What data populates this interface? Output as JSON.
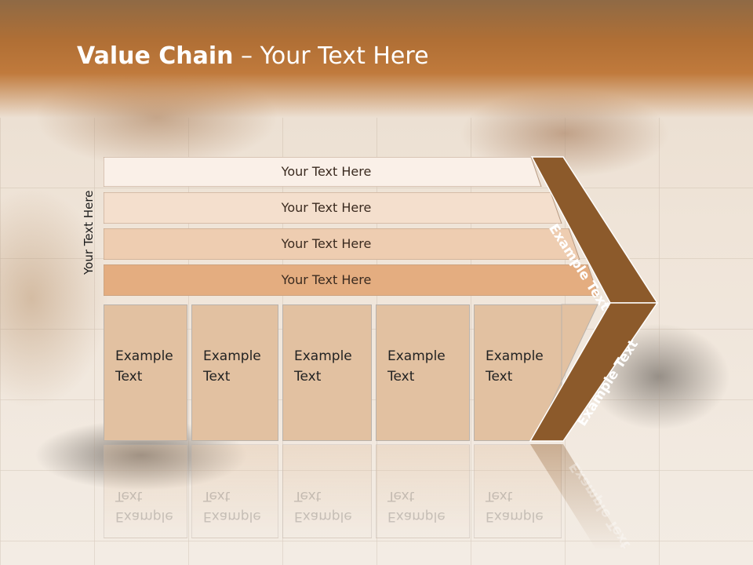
{
  "slide": {
    "title_bold": "Value Chain",
    "title_rest": " – Your Text Here",
    "side_label": "Your Text Here"
  },
  "support_bars": [
    {
      "label": "Your Text Here",
      "fill": "#faf0e8"
    },
    {
      "label": "Your Text Here",
      "fill": "#f4dfcd"
    },
    {
      "label": "Your Text Here",
      "fill": "#eecdb1"
    },
    {
      "label": "Your Text Here",
      "fill": "#e4ad80"
    }
  ],
  "primary_columns": [
    {
      "label": "Example Text"
    },
    {
      "label": "Example Text"
    },
    {
      "label": "Example Text"
    },
    {
      "label": "Example Text"
    },
    {
      "label": "Example Text"
    }
  ],
  "chevron": {
    "upper_label": "Example Text",
    "lower_label": "Example Text",
    "color": "#8c5a2b"
  },
  "colors": {
    "header": "#c07a3c",
    "column_fill": "#e2c1a1"
  }
}
